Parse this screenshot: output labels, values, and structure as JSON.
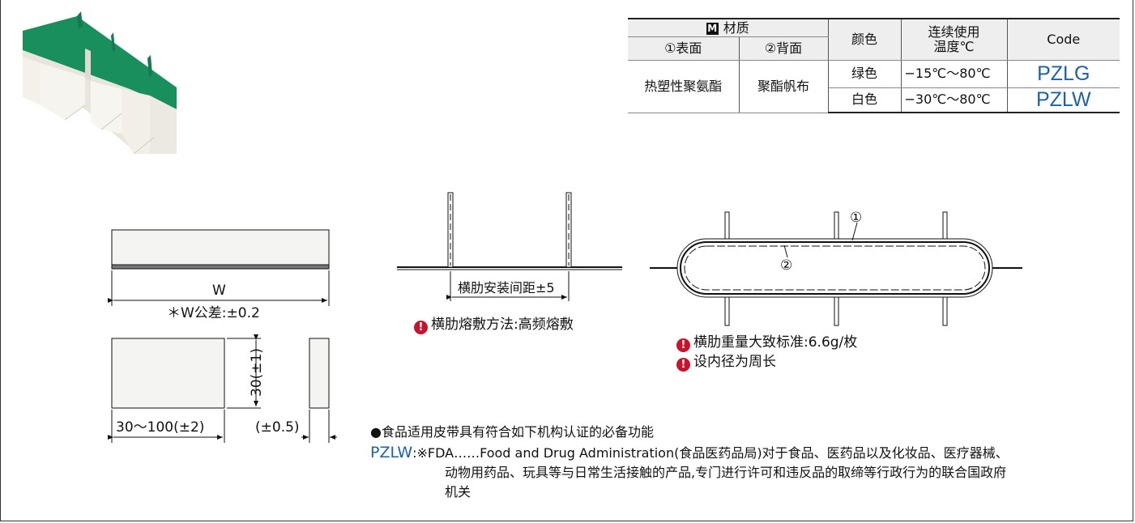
{
  "table": {
    "material_badge": "M",
    "material_header": "材质",
    "surface_header": "①表面",
    "back_header": "②背面",
    "color_header": "颜色",
    "temp_header_line1": "连续使用",
    "temp_header_line2": "温度℃",
    "code_header": "Code",
    "surface_value": "热塑性聚氨酯",
    "back_value": "聚酯帆布",
    "rows": [
      {
        "color": "绿色",
        "temp": "−15℃～80℃",
        "code": "PZLG"
      },
      {
        "color": "白色",
        "temp": "−30℃～80℃",
        "code": "PZLW"
      }
    ]
  },
  "diagram": {
    "width_label": "W",
    "width_tolerance": "＊W公差:±0.2",
    "height_label": "30(±1)",
    "length_label": "30～100(±2)",
    "thickness_label": "(±0.5)",
    "pitch_label": "横肋安装间距±5",
    "welding_note": "横肋熔敷方法:高频熔敷",
    "layer_1": "①",
    "layer_2": "②",
    "weight_note": "横肋重量大致标准:6.6g/枚",
    "perimeter_note": "设内径为周长"
  },
  "notes": {
    "food_note": "●食品适用皮带具有符合如下机构认证的必备功能",
    "code_ref": "PZLW",
    "fda_line1": ":※FDA……Food and Drug Administration(食品医药品局)对于食品、医药品以及化妆品、医疗器械、",
    "fda_line2": "动物用药品、玩具等与日常生活接触的产品,专门进行许可和违反品的取缔等行政行为的联合国政府",
    "fda_line3": "机关"
  },
  "icons": {
    "note_icon_glyph": "!",
    "note_icon_color": "#c8132f",
    "belt_green": "#1a8f5e",
    "code_blue": "#1d62a6"
  }
}
